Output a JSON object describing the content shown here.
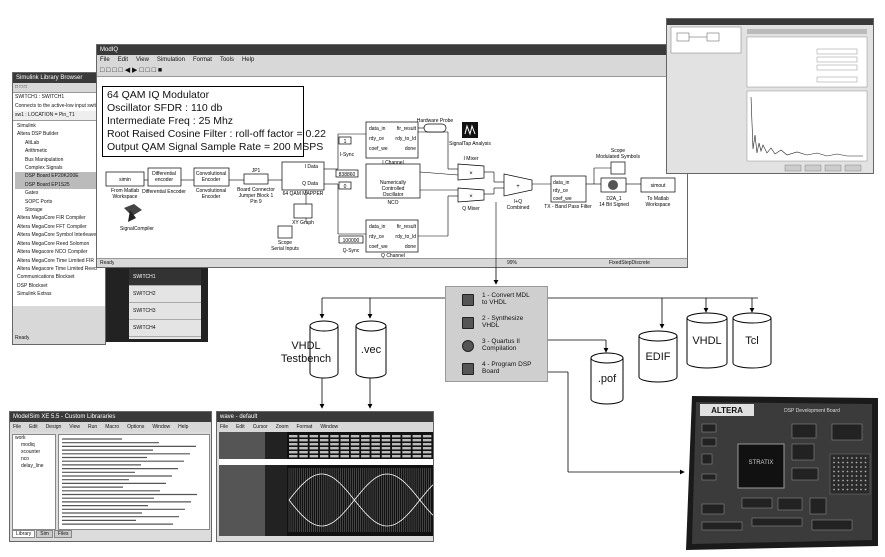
{
  "library_browser": {
    "title": "Simulink Library Browser",
    "selected_block": "SWITCH1 : SWITCH1",
    "description": "Connects to the active-low input switch on",
    "path": "sw1 : LOCATION = Pin_T1",
    "tree": [
      "Simulink",
      "Altera DSP Builder",
      "AltLab",
      "Arithmetic",
      "Bus Manipulation",
      "Complex Signals",
      "DSP Board EP20K200E",
      "DSP Board EP1S25",
      "Gates",
      "SOPC Ports",
      "Storage",
      "Altera MegaCore FIR Compiler",
      "Altera MegaCore FFT Compiler",
      "Altera MegaCore Symbol Interleaver",
      "Altera MegaCore Reed Solomon",
      "Altera Megacore NCO Compiler",
      "Altera MegaCore Time Limited FIR",
      "Altera Megacore Time Limited Reed",
      "Communications Blockset",
      "DSP Blockset",
      "Simulink Extras"
    ],
    "switches": [
      "SWITCH1",
      "SWITCH2",
      "SWITCH3",
      "SWITCH4"
    ],
    "status": "Ready"
  },
  "model_window": {
    "title": "ModIQ",
    "menu": [
      "File",
      "Edit",
      "View",
      "Simulation",
      "Format",
      "Tools",
      "Help"
    ],
    "info": [
      "64 QAM IQ Modulator",
      "Oscillator SFDR : 110 db",
      "Intermediate Freq : 25 Mhz",
      "Root Raised Cosine Filter : roll-off factor = 0.22",
      "Output QAM Signal Sample Rate = 200 MSPS"
    ],
    "status": [
      "Ready",
      "99%",
      "FixedStepDiscrete"
    ]
  },
  "blocks": {
    "from_workspace": [
      "From Matlab",
      "Workspace"
    ],
    "diff_enc_1": [
      "Differential",
      "encoder"
    ],
    "diff_enc_2": "Differential Encoder",
    "conv_enc_1": [
      "Convolutional",
      "Encoder"
    ],
    "conv_enc_2": [
      "Convolutional",
      "Encoder"
    ],
    "jp1": [
      "JP1",
      "Board Connector",
      "Jumper Block 1",
      "Pin 9"
    ],
    "mapper": [
      "I Data",
      "Q Data",
      "64 QAM MAPPER"
    ],
    "hw_probe": "Hardware Probe",
    "signaltap": "SignalTap Analysis",
    "nco_label": [
      "Numerically",
      "Controlled",
      "Oscillator"
    ],
    "nco_title": "NCO",
    "i_channel": "I Channel",
    "q_channel": "Q Channel",
    "i_mixer": "I Mixer",
    "q_mixer": "Q Mixer",
    "iq_combined": [
      "I+Q",
      "Combined"
    ],
    "bp_filter": "TX - Band Pass Filter",
    "dac": [
      "D2A_1",
      "14 Bit Signed"
    ],
    "scope_mod": [
      "Scope",
      "Modulated Symbols"
    ],
    "to_workspace": [
      "To Matlab",
      "Workspace"
    ],
    "xy_graph": "XY Graph",
    "scope_serial": [
      "Scope",
      "Serial Inputs"
    ],
    "signal_compiler": "SignalCompiler",
    "const_1": "1",
    "const_freq": "838860",
    "const_0": "0",
    "const_100000": "100000",
    "isync": "I-Sync",
    "qsync": "Q-Sync",
    "fir_ports_in": [
      "data_in",
      "rdy_ce",
      "coef_we"
    ],
    "fir_ports_out": [
      "fir_result",
      "rdy_to_ld",
      "done"
    ]
  },
  "flow": {
    "steps": [
      {
        "icon": "convert-icon",
        "lines": [
          "1 - Convert MDL",
          "to VHDL"
        ]
      },
      {
        "icon": "synthesize-icon",
        "lines": [
          "2 - Synthesize",
          "VHDL"
        ]
      },
      {
        "icon": "compile-icon",
        "lines": [
          "3 - Quartus II",
          "Compilation"
        ]
      },
      {
        "icon": "program-icon",
        "lines": [
          "4 - Program DSP",
          "Board"
        ]
      }
    ],
    "files": {
      "testbench": [
        "VHDL",
        "Testbench"
      ],
      "vec": ".vec",
      "pof": ".pof",
      "edif": "EDIF",
      "vhdl": "VHDL",
      "tcl": "Tcl"
    }
  },
  "modelsim": {
    "title": "ModelSim XE 5.5 - Custom Librararies",
    "menu": [
      "File",
      "Edit",
      "Design",
      "View",
      "Run",
      "Macro",
      "Options",
      "Window",
      "Help"
    ],
    "tree": [
      "work",
      "modiq",
      "xcounter",
      "nco",
      "delay_line"
    ],
    "tabs": [
      "Library",
      "Sim",
      "Files"
    ]
  },
  "wave": {
    "title": "wave - default",
    "menu": [
      "File",
      "Edit",
      "Cursor",
      "Zoom",
      "Format",
      "Window"
    ]
  },
  "board": {
    "brand": "ALTERA",
    "model": "DSP Development Board",
    "chip": "STRATIX"
  }
}
